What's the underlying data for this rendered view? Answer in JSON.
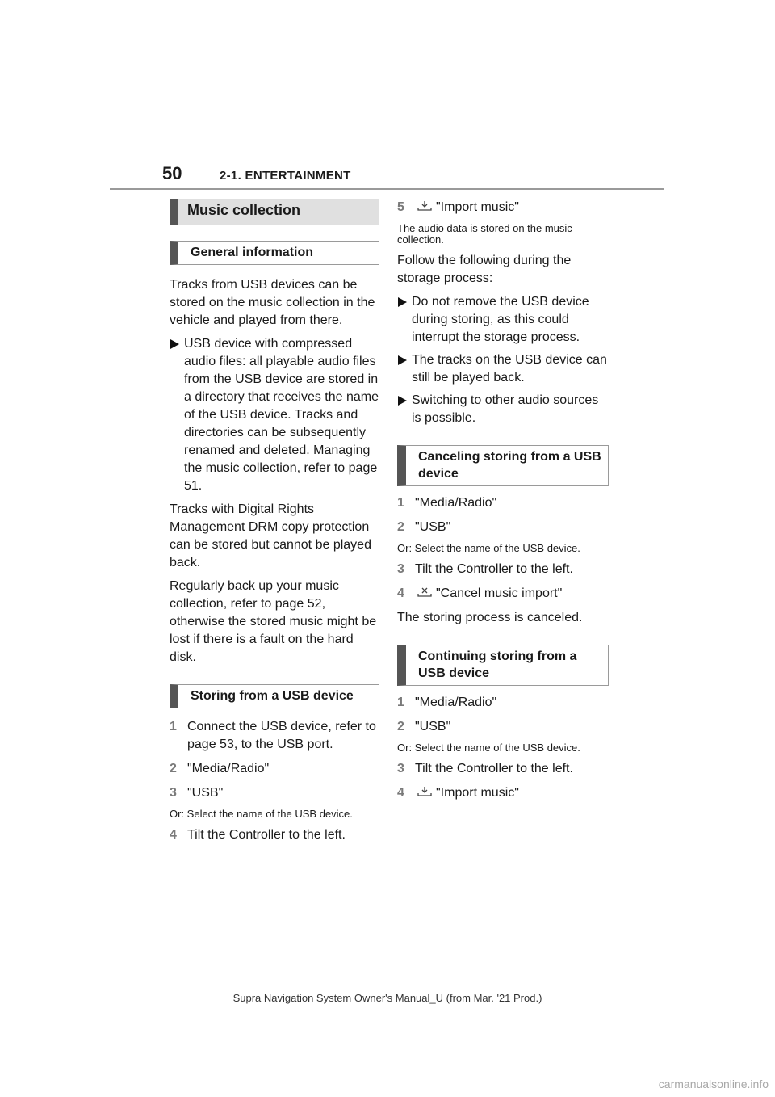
{
  "header": {
    "page_number": "50",
    "section": "2-1. ENTERTAINMENT"
  },
  "left": {
    "h2_music_collection": "Music collection",
    "h3_general": "General information",
    "p_intro": "Tracks from USB devices can be stored on the music collection in the vehicle and played from there.",
    "bullets": [
      "USB device with compressed audio files: all playable audio files from the USB device are stored in a directory that receives the name of the USB device. Tracks and directories can be subsequently renamed and deleted. Managing the music collection, refer to page 51."
    ],
    "p_drm": "Tracks with Digital Rights Management DRM copy protection can be stored but cannot be played back.",
    "p_backup": "Regularly back up your music collection, refer to page 52, otherwise the stored music might be lost if there is a fault on the hard disk.",
    "h3_storing": "Storing from a USB device",
    "steps": [
      {
        "num": "1",
        "text": "Connect the USB device, refer to page 53, to the USB port."
      },
      {
        "num": "2",
        "text": "\"Media/Radio\""
      },
      {
        "num": "3",
        "text": "\"USB\""
      }
    ],
    "note_select": "Or: Select the name of the USB device.",
    "step4": {
      "num": "4",
      "text": "Tilt the Controller to the left."
    }
  },
  "right": {
    "step5": {
      "num": "5",
      "icon": "import-icon",
      "text": "\"Import music\""
    },
    "note_stored": "The audio data is stored on the music collection.",
    "p_follow": "Follow the following during the storage process:",
    "bullets": [
      "Do not remove the USB device during storing, as this could interrupt the storage process.",
      "The tracks on the USB device can still be played back.",
      "Switching to other audio sources is possible."
    ],
    "h3_cancel": "Canceling storing from a USB device",
    "cancel_steps": [
      {
        "num": "1",
        "text": "\"Media/Radio\""
      },
      {
        "num": "2",
        "text": "\"USB\""
      }
    ],
    "cancel_note": "Or: Select the name of the USB device.",
    "cancel_step3": {
      "num": "3",
      "text": "Tilt the Controller to the left."
    },
    "cancel_step4": {
      "num": "4",
      "icon": "cancel-import-icon",
      "text": "\"Cancel music import\""
    },
    "p_canceled": "The storing process is canceled.",
    "h3_continue": "Continuing storing from a USB device",
    "continue_steps": [
      {
        "num": "1",
        "text": "\"Media/Radio\""
      },
      {
        "num": "2",
        "text": "\"USB\""
      }
    ],
    "continue_note": "Or: Select the name of the USB device.",
    "continue_step3": {
      "num": "3",
      "text": "Tilt the Controller to the left."
    },
    "continue_step4": {
      "num": "4",
      "icon": "import-icon",
      "text": "\"Import music\""
    }
  },
  "footer": {
    "text": "Supra Navigation System Owner's Manual_U (from Mar. '21 Prod.)"
  },
  "watermark": {
    "text": "carmanualsonline.info"
  }
}
